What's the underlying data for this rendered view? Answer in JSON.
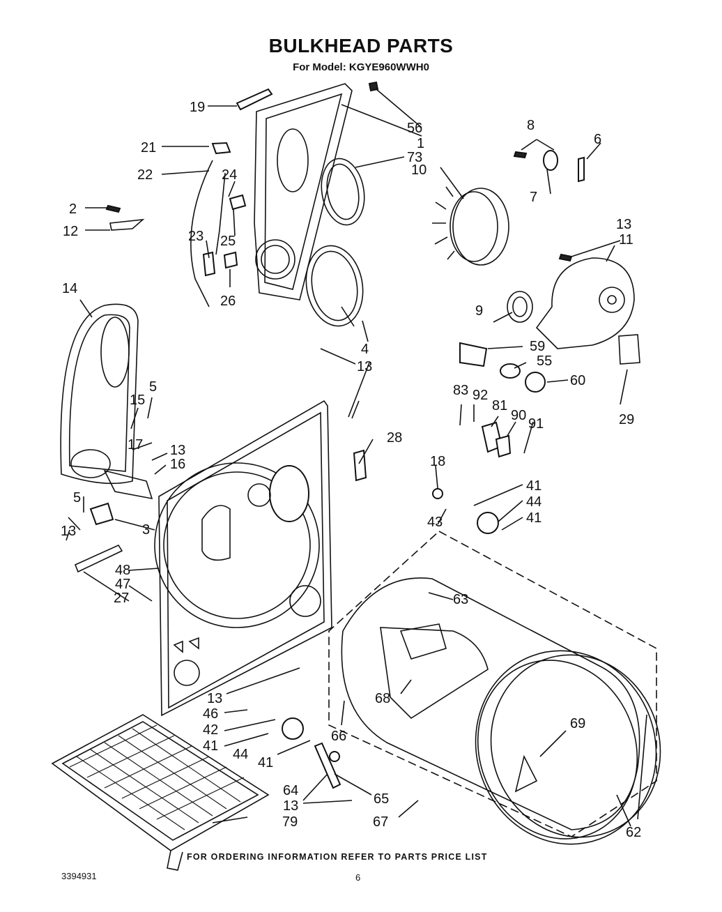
{
  "header": {
    "title": "BULKHEAD PARTS",
    "model_line": "For Model: KGYE960WWH0"
  },
  "footer": {
    "ordering_note": "FOR ORDERING INFORMATION REFER TO PARTS PRICE LIST",
    "doc_code": "3394931",
    "page_number": "6"
  },
  "callouts": [
    "19",
    "56",
    "1",
    "73",
    "21",
    "22",
    "24",
    "10",
    "8",
    "6",
    "7",
    "2",
    "12",
    "25",
    "23",
    "26",
    "13",
    "11",
    "9",
    "4",
    "13",
    "14",
    "59",
    "55",
    "60",
    "29",
    "5",
    "15",
    "17",
    "13",
    "16",
    "83",
    "92",
    "81",
    "90",
    "91",
    "28",
    "5",
    "13",
    "3",
    "18",
    "41",
    "44",
    "41",
    "43",
    "48",
    "47",
    "27",
    "63",
    "13",
    "46",
    "42",
    "41",
    "44",
    "41",
    "66",
    "68",
    "69",
    "64",
    "65",
    "13",
    "79",
    "67",
    "62"
  ]
}
